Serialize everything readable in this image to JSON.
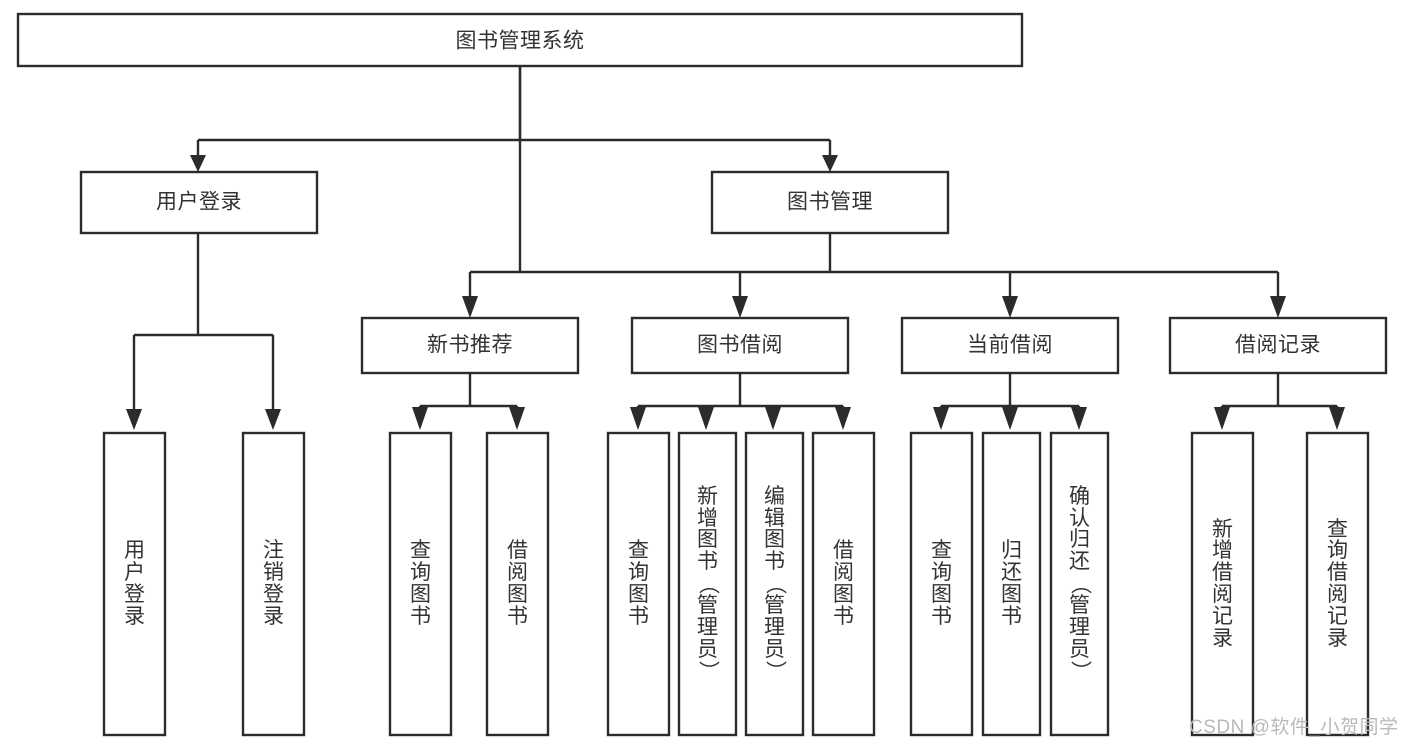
{
  "diagram": {
    "title": "图书管理系统",
    "type": "hierarchy-tree",
    "background_color": "#ffffff",
    "stroke_color": "#2b2b2b",
    "text_color": "#333333",
    "root": {
      "id": "root",
      "label": "图书管理系统",
      "orientation": "horizontal"
    },
    "level2": [
      {
        "id": "user-login",
        "label": "用户登录",
        "orientation": "horizontal"
      },
      {
        "id": "book-manage",
        "label": "图书管理",
        "orientation": "horizontal"
      }
    ],
    "level3": [
      {
        "id": "new-book-recommend",
        "label": "新书推荐",
        "orientation": "horizontal",
        "parent": "book-manage"
      },
      {
        "id": "book-borrow",
        "label": "图书借阅",
        "orientation": "horizontal",
        "parent": "book-manage"
      },
      {
        "id": "current-borrow",
        "label": "当前借阅",
        "orientation": "horizontal",
        "parent": "book-manage"
      },
      {
        "id": "borrow-record",
        "label": "借阅记录",
        "orientation": "horizontal",
        "parent": "book-manage"
      }
    ],
    "leaves": [
      {
        "id": "leaf-user-login",
        "label": "用户登录",
        "parent": "user-login",
        "orientation": "vertical"
      },
      {
        "id": "leaf-user-logout",
        "label": "注销登录",
        "parent": "user-login",
        "orientation": "vertical"
      },
      {
        "id": "leaf-query-book-1",
        "label": "查询图书",
        "parent": "new-book-recommend",
        "orientation": "vertical"
      },
      {
        "id": "leaf-borrow-book-1",
        "label": "借阅图书",
        "parent": "new-book-recommend",
        "orientation": "vertical"
      },
      {
        "id": "leaf-query-book-2",
        "label": "查询图书",
        "parent": "book-borrow",
        "orientation": "vertical"
      },
      {
        "id": "leaf-add-book",
        "label": "新增图书（管理员）",
        "parent": "book-borrow",
        "orientation": "vertical"
      },
      {
        "id": "leaf-edit-book",
        "label": "编辑图书（管理员）",
        "parent": "book-borrow",
        "orientation": "vertical"
      },
      {
        "id": "leaf-borrow-book-2",
        "label": "借阅图书",
        "parent": "book-borrow",
        "orientation": "vertical"
      },
      {
        "id": "leaf-query-book-3",
        "label": "查询图书",
        "parent": "current-borrow",
        "orientation": "vertical"
      },
      {
        "id": "leaf-return-book",
        "label": "归还图书",
        "parent": "current-borrow",
        "orientation": "vertical"
      },
      {
        "id": "leaf-confirm-return",
        "label": "确认归还（管理员）",
        "parent": "current-borrow",
        "orientation": "vertical"
      },
      {
        "id": "leaf-add-record",
        "label": "新增借阅记录",
        "parent": "borrow-record",
        "orientation": "vertical"
      },
      {
        "id": "leaf-query-record",
        "label": "查询借阅记录",
        "parent": "borrow-record",
        "orientation": "vertical"
      }
    ]
  },
  "watermark": {
    "text": "CSDN @软件_小贺同学"
  }
}
